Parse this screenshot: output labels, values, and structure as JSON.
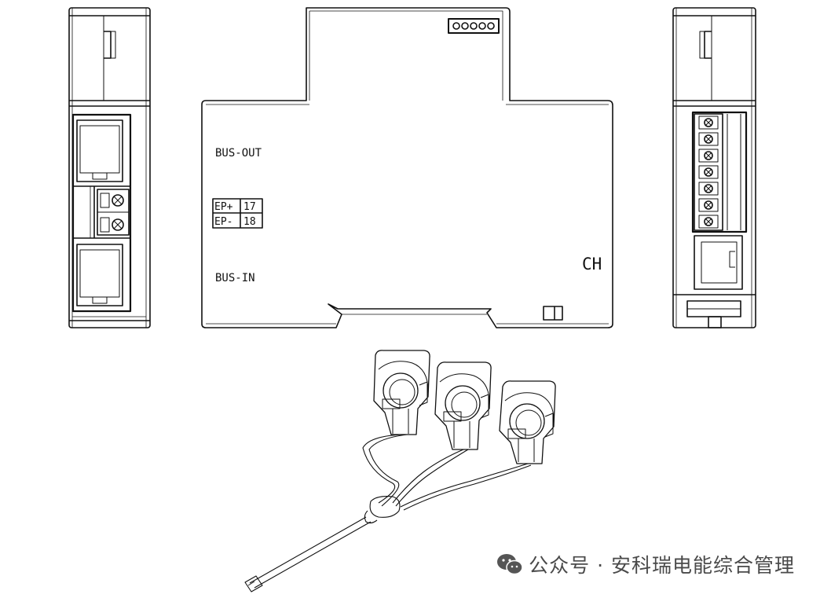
{
  "front": {
    "bus_out": "BUS-OUT",
    "bus_in": "BUS-IN",
    "ep_plus": "EP+",
    "ep_plus_num": "17",
    "ep_minus": "EP-",
    "ep_minus_num": "18",
    "ch": "CH"
  },
  "watermark": {
    "text": "公众号 · 安科瑞电能综合管理",
    "icon": "wechat-icon"
  }
}
